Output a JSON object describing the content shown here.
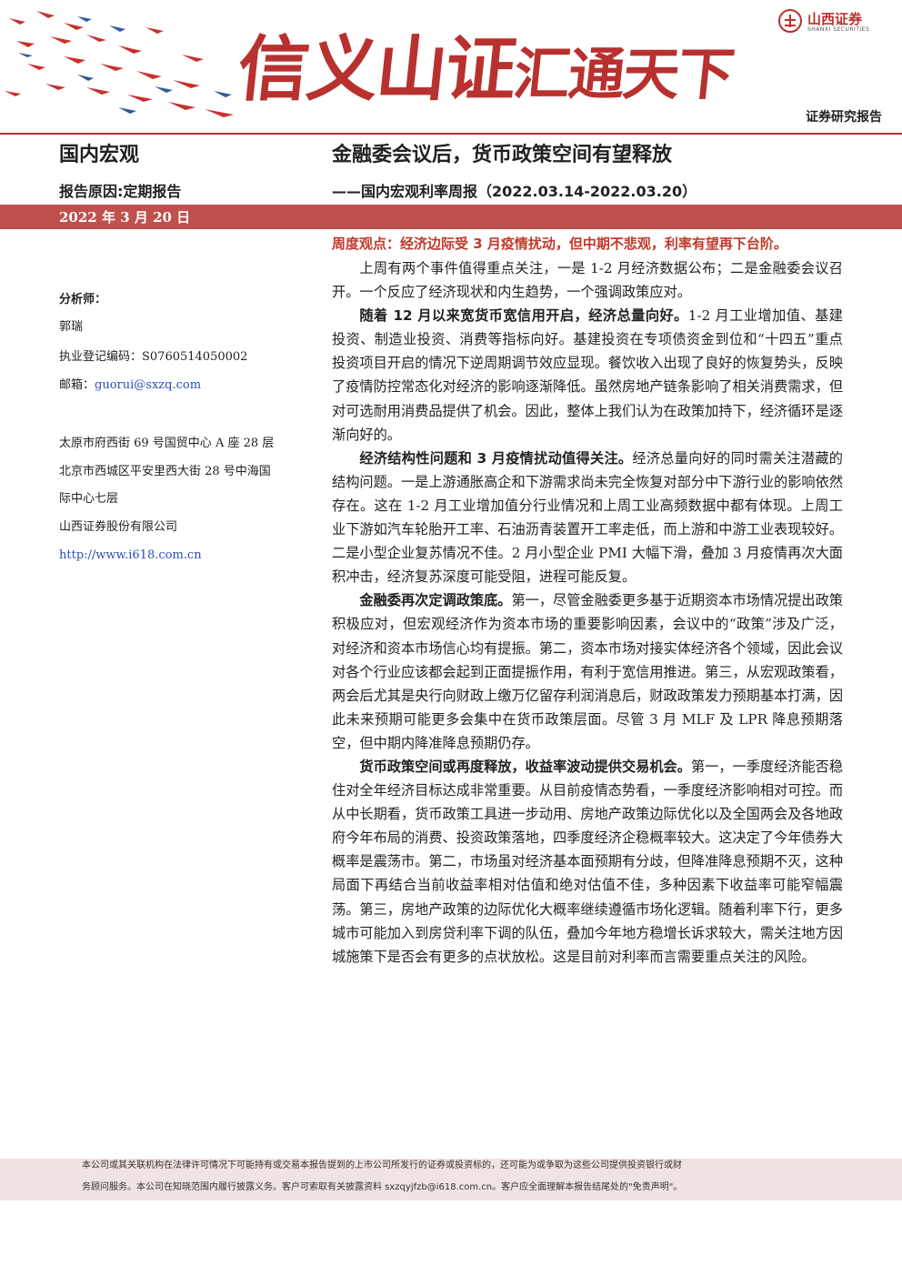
{
  "header": {
    "slogan_part1": "信义山证",
    "slogan_part2": "汇通天下",
    "logo_cn": "山西证券",
    "logo_en": "SHANXI SECURITIES",
    "report_type": "证券研究报告",
    "category": "国内宏观",
    "title": "金融委会议后，货币政策空间有望释放",
    "reason": "报告原因:定期报告",
    "subtitle": "——国内宏观利率周报（2022.03.14-2022.03.20）",
    "date": "2022 年 3 月 20 日"
  },
  "sidebar": {
    "analyst_label": "分析师：",
    "analyst_name": "郭瑞",
    "registration": "执业登记编码：S0760514050002",
    "email_label": "邮箱：",
    "email": "guorui@sxzq.com",
    "address1": "太原市府西街 69 号国贸中心 A 座 28 层",
    "address2_line1": "北京市西城区平安里西大街 28 号中海国",
    "address2_line2": "际中心七层",
    "company": "山西证券股份有限公司",
    "website": "http://www.i618.com.cn"
  },
  "main": {
    "summary": "周度观点：经济边际受 3 月疫情扰动，但中期不悲观，利率有望再下台阶。",
    "p1": "上周有两个事件值得重点关注，一是 1-2 月经济数据公布；二是金融委会议召开。一个反应了经济现状和内生趋势，一个强调政策应对。",
    "p2_bold": "随着 12 月以来宽货币宽信用开启，经济总量向好。",
    "p2": "1-2 月工业增加值、基建投资、制造业投资、消费等指标向好。基建投资在专项债资金到位和“十四五”重点投资项目开启的情况下逆周期调节效应显现。餐饮收入出现了良好的恢复势头，反映了疫情防控常态化对经济的影响逐渐降低。虽然房地产链条影响了相关消费需求，但对可选耐用消费品提供了机会。因此，整体上我们认为在政策加持下，经济循环是逐渐向好的。",
    "p3_bold": "经济结构性问题和 3 月疫情扰动值得关注。",
    "p3": "经济总量向好的同时需关注潜藏的结构问题。一是上游通胀高企和下游需求尚未完全恢复对部分中下游行业的影响依然存在。这在 1-2 月工业增加值分行业情况和上周工业高频数据中都有体现。上周工业下游如汽车轮胎开工率、石油沥青装置开工率走低，而上游和中游工业表现较好。二是小型企业复苏情况不佳。2 月小型企业 PMI 大幅下滑，叠加 3 月疫情再次大面积冲击，经济复苏深度可能受阻，进程可能反复。",
    "p4_bold": "金融委再次定调政策底。",
    "p4": "第一，尽管金融委更多基于近期资本市场情况提出政策积极应对，但宏观经济作为资本市场的重要影响因素，会议中的“政策”涉及广泛，对经济和资本市场信心均有提振。第二，资本市场对接实体经济各个领域，因此会议对各个行业应该都会起到正面提振作用，有利于宽信用推进。第三，从宏观政策看，两会后尤其是央行向财政上缴万亿留存利润消息后，财政政策发力预期基本打满，因此未来预期可能更多会集中在货币政策层面。尽管 3 月 MLF 及 LPR 降息预期落空，但中期内降准降息预期仍存。",
    "p5_bold": "货币政策空间或再度释放，收益率波动提供交易机会。",
    "p5": "第一，一季度经济能否稳住对全年经济目标达成非常重要。从目前疫情态势看，一季度经济影响相对可控。而从中长期看，货币政策工具进一步动用、房地产政策边际优化以及全国两会及各地政府今年布局的消费、投资政策落地，四季度经济企稳概率较大。这决定了今年债券大概率是震荡市。第二，市场虽对经济基本面预期有分歧，但降准降息预期不灭，这种局面下再结合当前收益率相对估值和绝对估值不佳，多种因素下收益率可能窄幅震荡。第三，房地产政策的边际优化大概率继续遵循市场化逻辑。随着利率下行，更多城市可能加入到房贷利率下调的队伍，叠加今年地方稳增长诉求较大，需关注地方因城施策下是否会有更多的点状放松。这是目前对利率而言需要重点关注的风险。"
  },
  "footer": {
    "line1": "本公司或其关联机构在法律许可情况下可能持有或交易本报告提到的上市公司所发行的证券或投资标的，还可能为或争取为这些公司提供投资银行或财",
    "line2": "务顾问服务。本公司在知晓范围内履行披露义务。客户可索取有关披露资料 sxzqyjfzb@i618.com.cn。客户应全面理解本报告结尾处的\"免责声明\"。"
  },
  "colors": {
    "brand_red": "#b8312f",
    "band_red": "#c0504d",
    "summary_red": "#c0392b",
    "link_blue": "#2b4fb5",
    "footer_bg": "#f0e3e3"
  }
}
